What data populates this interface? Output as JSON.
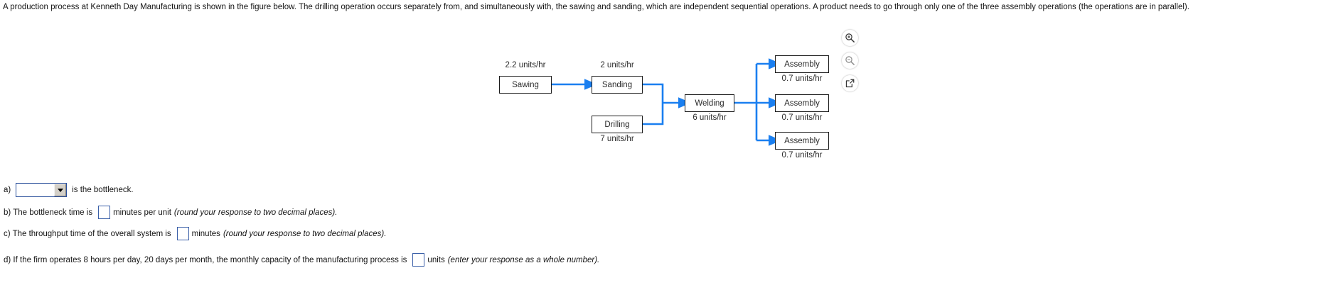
{
  "prompt": {
    "text": "A production process at Kenneth Day Manufacturing is shown in the figure below. The drilling operation occurs separately from, and simultaneously with, the sawing and sanding, which are independent sequential operations. A product needs to go through only one of the three assembly operations (the operations are in parallel)."
  },
  "figure": {
    "nodes": [
      {
        "name": "sawing",
        "label": "Sawing",
        "rate": "2.2 units/hr",
        "rate_position": "above"
      },
      {
        "name": "sanding",
        "label": "Sanding",
        "rate": "2 units/hr",
        "rate_position": "above"
      },
      {
        "name": "drilling",
        "label": "Drilling",
        "rate": "7 units/hr",
        "rate_position": "below"
      },
      {
        "name": "welding",
        "label": "Welding",
        "rate": "6 units/hr",
        "rate_position": "below"
      },
      {
        "name": "assembly-1",
        "label": "Assembly",
        "rate": "0.7 units/hr",
        "rate_position": "below"
      },
      {
        "name": "assembly-2",
        "label": "Assembly",
        "rate": "0.7 units/hr",
        "rate_position": "below"
      },
      {
        "name": "assembly-3",
        "label": "Assembly",
        "rate": "0.7 units/hr",
        "rate_position": "below"
      }
    ],
    "arrow_color": "#1a7ff0",
    "toolbar": [
      {
        "name": "zoom-in-icon",
        "glyph": "zoom-in"
      },
      {
        "name": "zoom-out-icon",
        "glyph": "zoom-out"
      },
      {
        "name": "open-popup-icon",
        "glyph": "open-external"
      }
    ]
  },
  "questions": {
    "a": {
      "label": "a)",
      "select_value": "",
      "tail": "is the bottleneck."
    },
    "b": {
      "label": "b) The bottleneck time is",
      "input_value": "",
      "unit": "minutes per unit",
      "hint": "(round your response to two decimal places)."
    },
    "c": {
      "label": "c) The throughput time of the overall system is",
      "input_value": "",
      "unit": "minutes",
      "hint": "(round your response to two decimal places)."
    },
    "d": {
      "label": "d) If the firm operates 8 hours per day, 20 days per month, the monthly capacity of the manufacturing process is",
      "input_value": "",
      "unit": "units",
      "hint": "(enter your response as a whole number)."
    }
  }
}
